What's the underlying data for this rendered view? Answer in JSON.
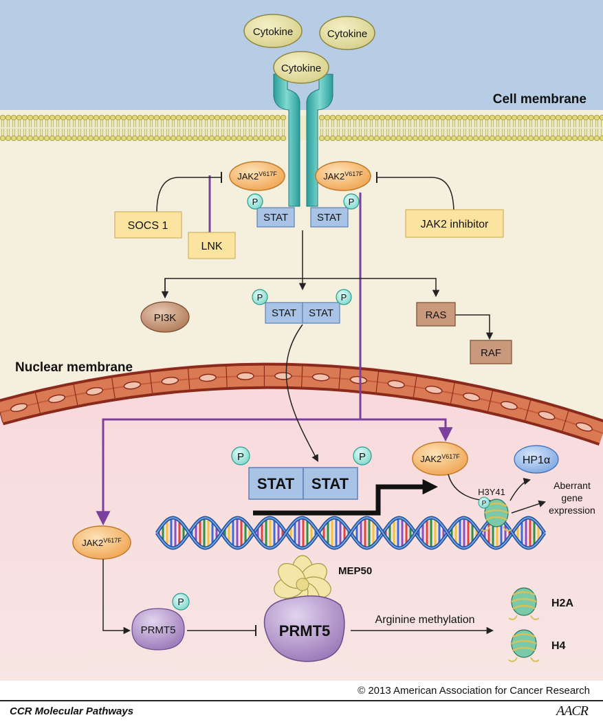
{
  "labels": {
    "cytokine": "Cytokine",
    "cell_membrane": "Cell membrane",
    "nuclear_membrane": "Nuclear membrane",
    "jak2_base": "JAK2",
    "jak2_sup": "V617F",
    "p": "P",
    "stat": "STAT",
    "socs1": "SOCS 1",
    "lnk": "LNK",
    "jak2_inhibitor": "JAK2 inhibitor",
    "pi3k": "PI3K",
    "ras": "RAS",
    "raf": "RAF",
    "hp1a": "HP1α",
    "h3y41": "H3Y41",
    "aberrant_1": "Aberrant",
    "aberrant_2": "gene",
    "aberrant_3": "expression",
    "mep50": "MEP50",
    "prmt5": "PRMT5",
    "arginine_methylation": "Arginine methylation",
    "h2a": "H2A",
    "h4": "H4",
    "copyright": "© 2013 American Association for Cancer Research"
  },
  "footer": {
    "left": "CCR Molecular Pathways",
    "logo": "AACR"
  },
  "colors": {
    "extracellular": "#b7cde6",
    "cytoplasm": "#f5efdd",
    "nucleus": "#f6dfe0",
    "purple_arrow": "#7b3f9c",
    "stat_box": "#a9c3e6",
    "jak_fill": "#f6b56a",
    "yellow_box": "#fbe3a0",
    "brown_box": "#b98a6c",
    "prmt5": "#b59acb"
  }
}
